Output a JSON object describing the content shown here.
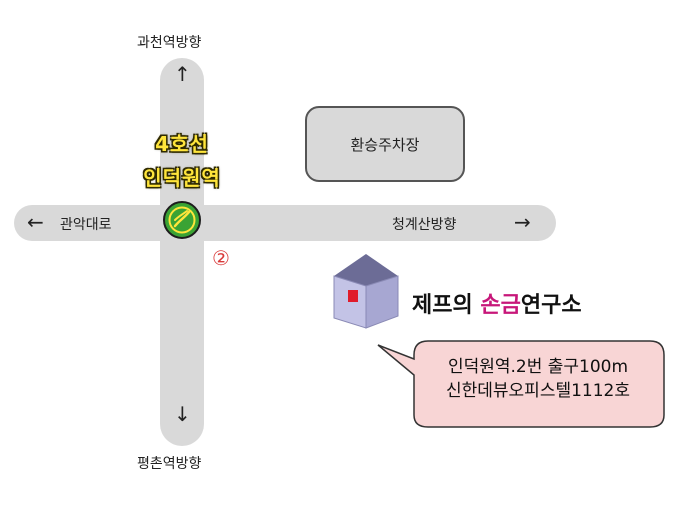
{
  "directions": {
    "north": "과천역방향",
    "south": "평촌역방향",
    "west": "관악대로",
    "east": "청계산방향"
  },
  "station": {
    "line": "4호선",
    "name": "인덕원역",
    "badge_color": "#3aa334",
    "exit": "②"
  },
  "parking_label": "환승주차장",
  "company": {
    "prefix": "제프의 ",
    "highlight": "손금",
    "suffix": "연구소",
    "highlight_color": "#c7177a"
  },
  "address": {
    "line1": "인덕원역.2번 출구100m",
    "line2": "신한데뷰오피스텔1112호"
  },
  "icons": {
    "up": "arrow-up-icon",
    "down": "arrow-down-icon",
    "left": "arrow-left-icon",
    "right": "arrow-right-icon",
    "subway": "subway-line-4-icon",
    "building": "building-icon"
  }
}
